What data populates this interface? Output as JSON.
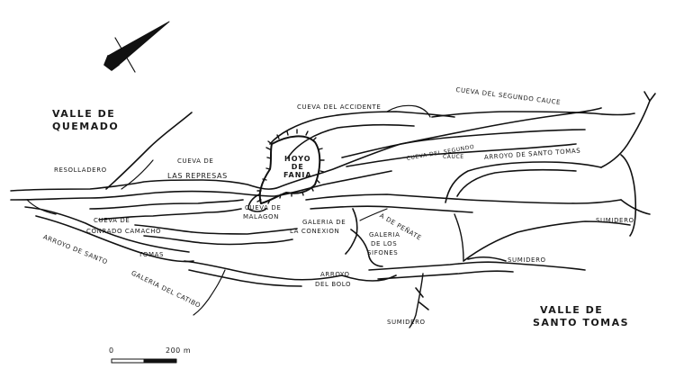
{
  "regions": {
    "valle_quemado": [
      "VALLE DE",
      "QUEMADO"
    ],
    "valle_santo_tomas": [
      "VALLE DE",
      "SANTO TOMAS"
    ]
  },
  "labels": {
    "resolladero": "RESOLLADERO",
    "cueva_represas_1": "CUEVA DE",
    "cueva_represas_2": "LAS REPRESAS",
    "cueva_accidente": "CUEVA DEL ACCIDENTE",
    "cueva_segundo_cauce_top": "CUEVA DEL SEGUNDO CAUCE",
    "cueva_segundo_cauce_mid_1": "CUEVA DEL SEGUNDO",
    "cueva_segundo_cauce_mid_2": "CAUCE",
    "arroyo_santo_tomas_top": "ARROYO DE SANTO TOMAS",
    "hoyo_1": "HOYO",
    "hoyo_2": "DE",
    "hoyo_3": "FANIA",
    "cueva_malagon_1": "CUEVA DE",
    "cueva_malagon_2": "MALAGON",
    "cueva_conrado_1": "CUEVA DE",
    "cueva_conrado_2": "CONRADO CAMACHO",
    "galeria_conexion_1": "GALERIA DE",
    "galeria_conexion_2": "LA CONEXION",
    "galeria_sifones_1": "GALERIA",
    "galeria_sifones_2": "DE LOS",
    "galeria_sifones_3": "SIFONES",
    "de_penate": "A DE PEÑATE",
    "sumidero_right": "SUMIDERO",
    "sumidero_mid": "SUMIDERO",
    "sumidero_bottom": "SUMIDERO",
    "arroyo_santo_left": "ARROYO DE SANTO",
    "tomas_left": "TOMAS",
    "galeria_catibo": "GALERIA DEL CATIBO",
    "arroyo_bolo_1": "ARROYO",
    "arroyo_bolo_2": "DEL BOLO"
  },
  "scale": {
    "start": "0",
    "end": "200 m"
  },
  "icons": {
    "north_arrow": "north-arrow-icon"
  },
  "colors": {
    "ink": "#111111",
    "paper": "#ffffff"
  }
}
